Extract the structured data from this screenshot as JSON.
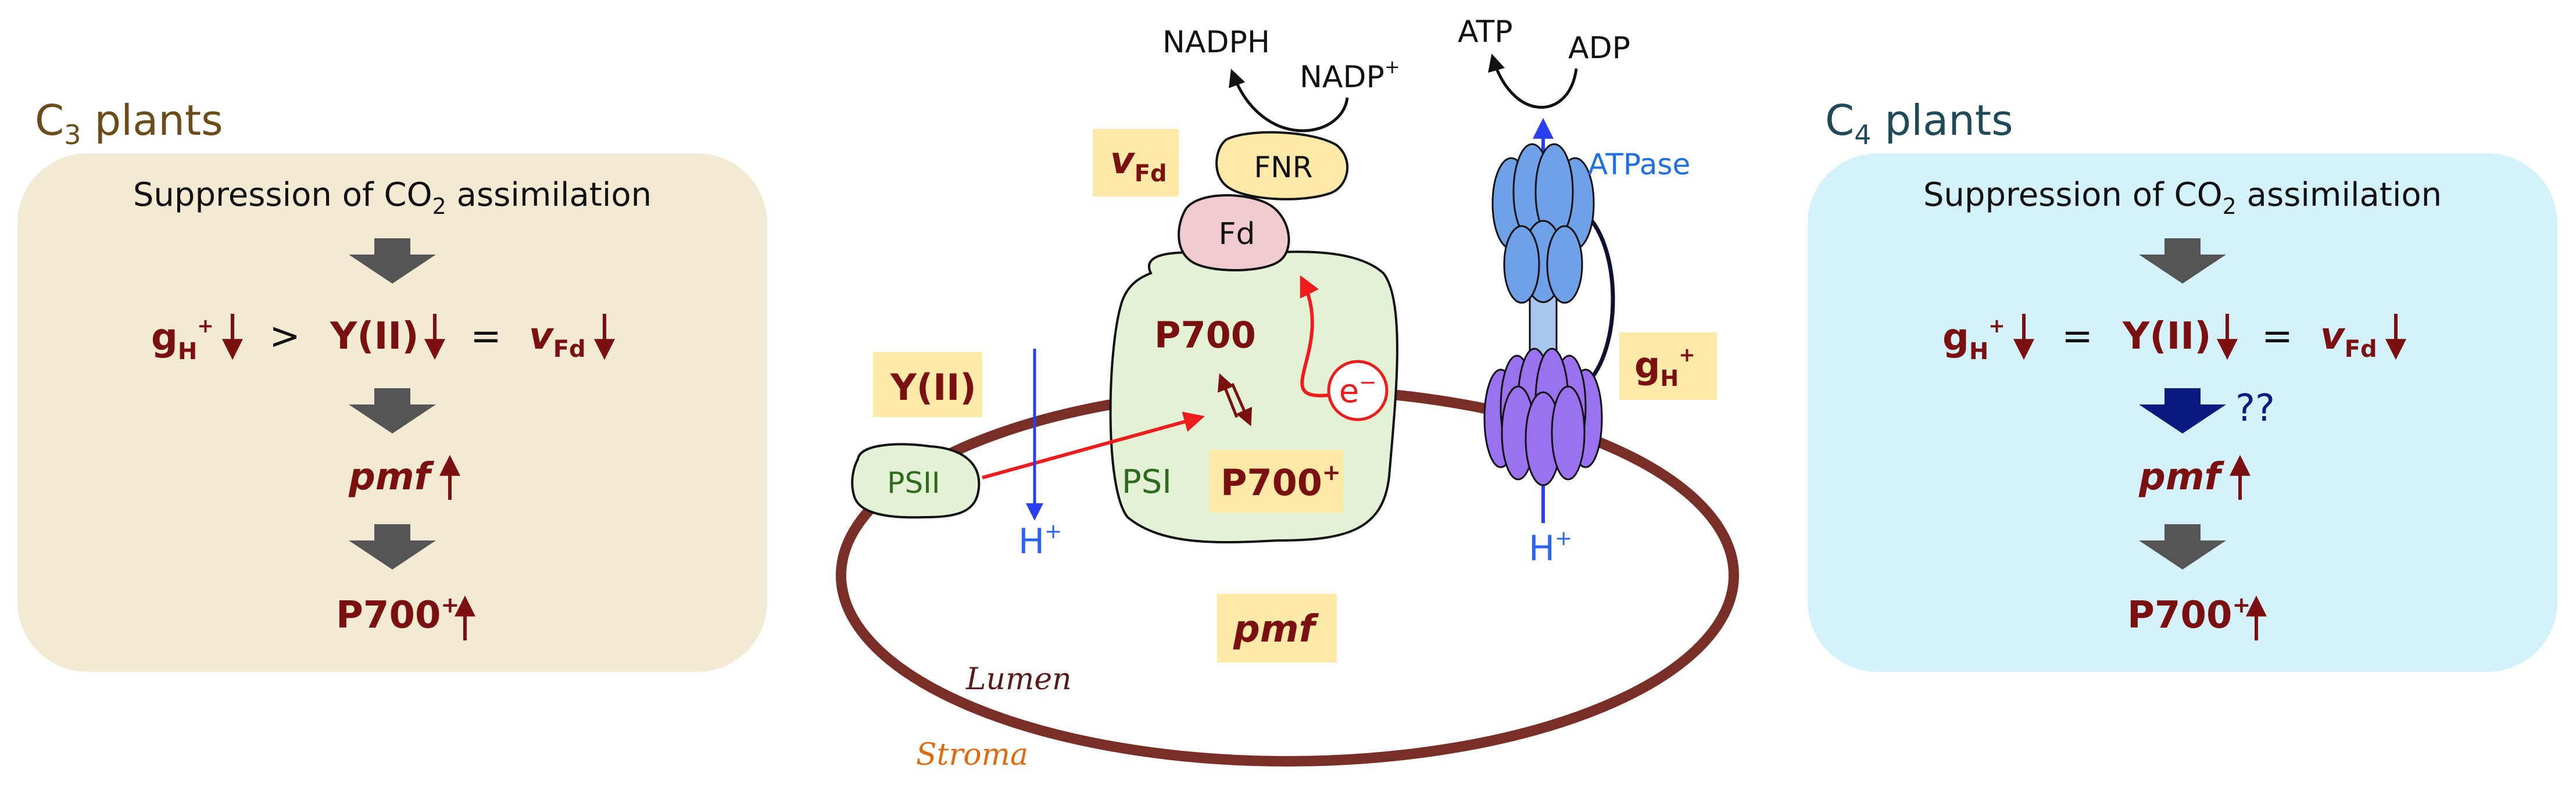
{
  "left_panel": {
    "title_main": "C",
    "title_sub": "3",
    "title_rest": " plants",
    "box_fill": "#f3ead4",
    "title_color": "#6b4c1a",
    "line1_pre": "Suppression of CO",
    "line1_sub": "2",
    "line1_post": " assimilation",
    "g_main": "g",
    "g_sub": "H",
    "g_sup": "+",
    "op1": ">",
    "y2": "Y(II)",
    "op2": "=",
    "v_main": "v",
    "v_sub": "Fd",
    "pmf": "pmf",
    "p700": "P700",
    "p700_sup": "+"
  },
  "right_panel": {
    "title_main": "C",
    "title_sub": "4",
    "title_rest": " plants",
    "box_fill": "#d4f2fb",
    "title_color": "#1f4a5a",
    "line1_pre": "Suppression of CO",
    "line1_sub": "2",
    "line1_post": " assimilation",
    "g_main": "g",
    "g_sub": "H",
    "g_sup": "+",
    "op1": "=",
    "y2": "Y(II)",
    "op2": "=",
    "v_main": "v",
    "v_sub": "Fd",
    "unknown": "??",
    "pmf": "pmf",
    "p700": "P700",
    "p700_sup": "+"
  },
  "center": {
    "nadph": "NADPH",
    "nadp": "NADP",
    "nadp_sup": "+",
    "atp": "ATP",
    "adp": "ADP",
    "atpase": "ATPase",
    "fnr": "FNR",
    "fd": "Fd",
    "v_main": "v",
    "v_sub": "Fd",
    "p700": "P700",
    "p700_plus": "P700",
    "p700_plus_sup": "+",
    "electron": "e",
    "electron_sup": "−",
    "psi": "PSI",
    "psii": "PSII",
    "y2": "Y(II)",
    "h_left": "H",
    "h_left_sup": "+",
    "h_right": "H",
    "h_right_sup": "+",
    "g_main": "g",
    "g_sub": "H",
    "g_sup": "+",
    "pmf": "pmf",
    "lumen": "Lumen",
    "stroma": "Stroma"
  },
  "colors": {
    "dark_red": "#7a1010",
    "grey_arrow": "#555555",
    "navy_arrow": "#0a1a80",
    "label_bg": "#fde9a8",
    "psi_fill": "#e3f1d5",
    "psi_text": "#2f6b1e",
    "red": "#ee1c1c",
    "blue_h": "#2a64f0",
    "atpase_blue": "#1f6fe0",
    "membrane": "#7a2e28",
    "stroma": "#e06a10"
  }
}
